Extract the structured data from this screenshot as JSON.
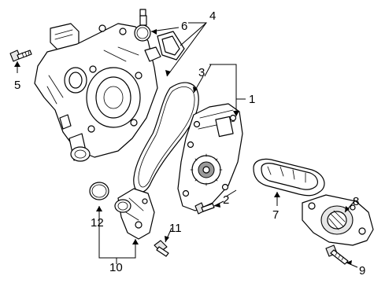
{
  "callouts": {
    "c1": "1",
    "c2": "2",
    "c3": "3",
    "c4": "4",
    "c5": "5",
    "c6": "6",
    "c7": "7",
    "c8": "8",
    "c9": "9",
    "c10": "10",
    "c11": "11",
    "c12": "12"
  },
  "colors": {
    "line": "#000000",
    "background": "#ffffff",
    "shading": "#e6e6e6"
  }
}
